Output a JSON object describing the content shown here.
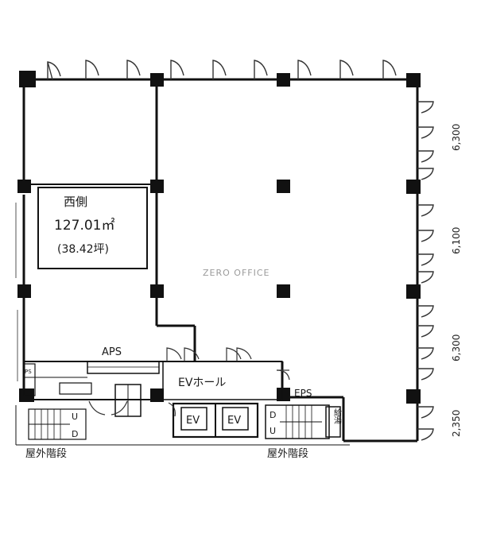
{
  "room": {
    "name": "西側",
    "area": "127.01㎡",
    "tsubo": "(38.42坪)"
  },
  "labels": {
    "aps": "APS",
    "ev_hall": "EVホール",
    "ev1": "EV",
    "ev2": "EV",
    "eps": "EPS",
    "outdoor_stair_left": "屋外階段",
    "outdoor_stair_right": "屋外階段",
    "stair_up_left": "U",
    "stair_down_left": "D",
    "stair_down_right": "D",
    "stair_up_right": "U",
    "side_room": "給湯",
    "ps": "PS"
  },
  "dimensions": [
    "6,300",
    "6,100",
    "6,300",
    "2,350"
  ],
  "watermark": "ZERO OFFICE"
}
